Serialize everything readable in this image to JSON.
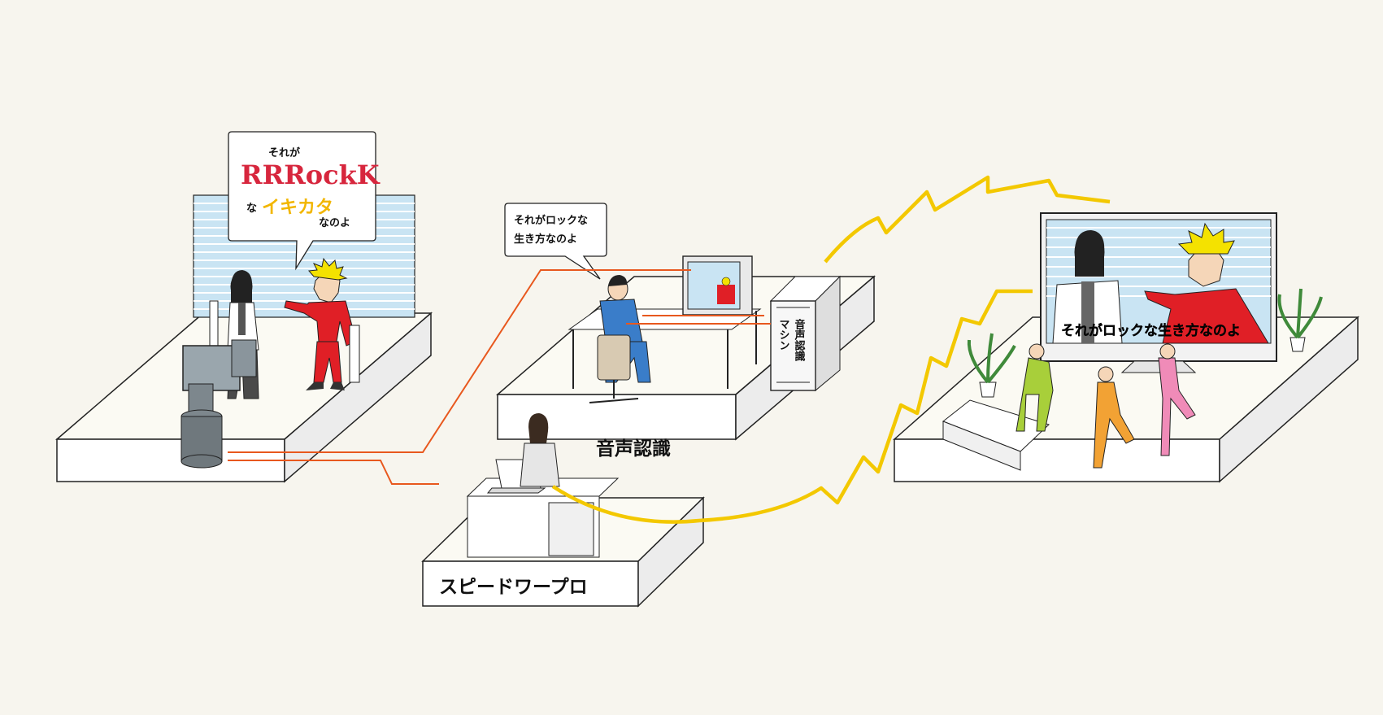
{
  "studio": {
    "bubble_line1": "それが",
    "bubble_rock": "RRRockK",
    "bubble_line3a": "な",
    "bubble_ikata": "イキカタ",
    "bubble_line3b": "なのよ"
  },
  "speech_room": {
    "bubble_line1": "それがロックな",
    "bubble_line2": "生き方なのよ",
    "machine_label_1": "音声認識",
    "machine_label_2": "マシン",
    "room_label": "音声認識"
  },
  "typing_room": {
    "room_label": "スピードワープロ"
  },
  "living_room": {
    "tv_caption": "それがロックな生き方なのよ"
  },
  "colors": {
    "background": "#f7f5ee",
    "signal_wire": "#e8581e",
    "broadcast_wave": "#f3c800",
    "studio_panel": "#c9e4f3",
    "suit_red": "#e01f26"
  }
}
